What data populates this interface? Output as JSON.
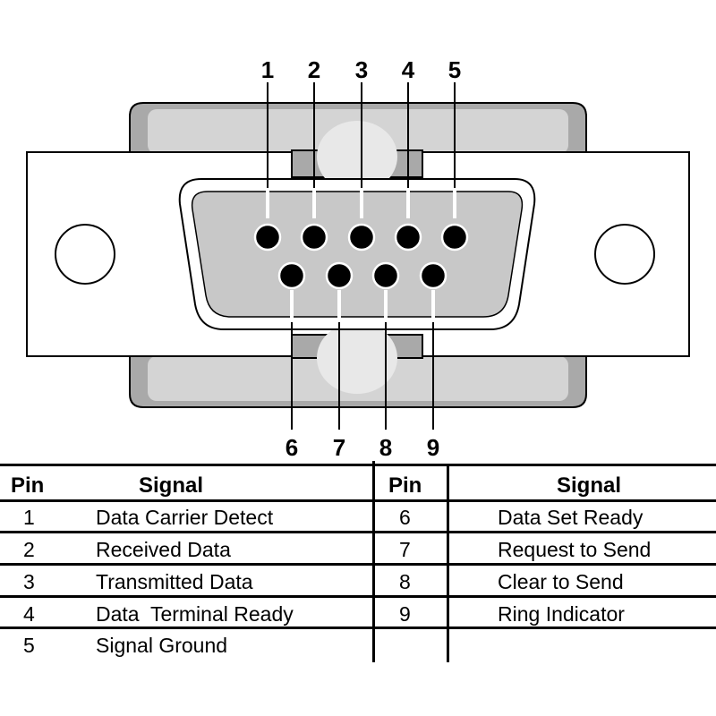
{
  "connector": {
    "top_pins": [
      "1",
      "2",
      "3",
      "4",
      "5"
    ],
    "bottom_pins": [
      "6",
      "7",
      "8",
      "9"
    ]
  },
  "table": {
    "headers": {
      "pin": "Pin",
      "signal": "Signal"
    },
    "left": [
      {
        "pin": "1",
        "signal": "Data Carrier Detect"
      },
      {
        "pin": "2",
        "signal": "Received Data"
      },
      {
        "pin": "3",
        "signal": "Transmitted Data"
      },
      {
        "pin": "4",
        "signal": "Data  Terminal Ready"
      },
      {
        "pin": "5",
        "signal": "Signal Ground"
      }
    ],
    "right": [
      {
        "pin": "6",
        "signal": "Data Set Ready"
      },
      {
        "pin": "7",
        "signal": "Request to Send"
      },
      {
        "pin": "8",
        "signal": "Clear to Send"
      },
      {
        "pin": "9",
        "signal": "Ring Indicator"
      }
    ]
  },
  "colors": {
    "connector_gray": "#c8c8c8",
    "shell_gray": "#a9a9a9",
    "ink": "#000000"
  }
}
